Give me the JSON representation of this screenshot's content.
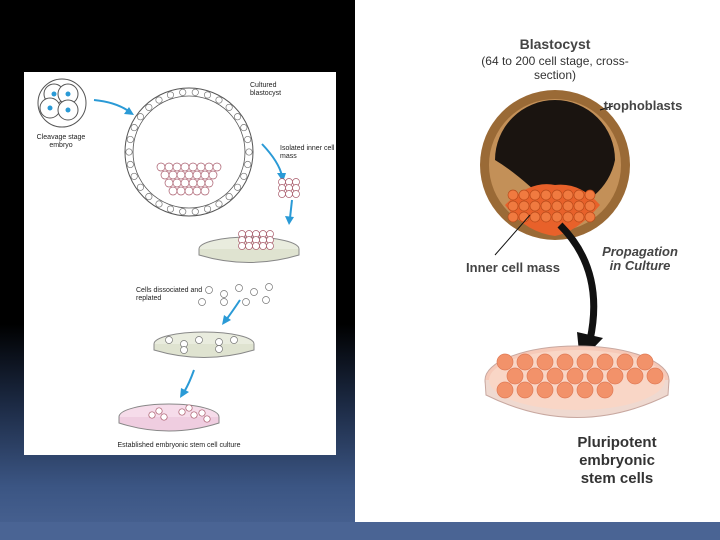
{
  "left_diagram": {
    "labels": {
      "cleavage": "Cleavage stage embryo",
      "cultured": "Cultured blastocyst",
      "isolated": "Isolated inner cell mass",
      "dissociated": "Cells dissociated and replated",
      "established": "Established embryonic stem cell culture"
    },
    "colors": {
      "arrow": "#2a9ad6",
      "cell_outline": "#555",
      "icm": "#a85a6a",
      "dish": "#e9ecde",
      "dish_final": "#f6dcea"
    }
  },
  "right_diagram": {
    "title_main": "Blastocyst",
    "title_sub": "(64 to 200 cell stage, cross-section)",
    "trophoblasts": "trophoblasts",
    "inner_cell_mass": "Inner cell mass",
    "propagation": "Propagation in Culture",
    "result": "Pluripotent embryonic stem cells",
    "colors": {
      "shell": "#8a5a2a",
      "cavity": "#1a1410",
      "cells": "#e8612a",
      "dish": "#f6c9b8",
      "arrow": "#111"
    }
  }
}
